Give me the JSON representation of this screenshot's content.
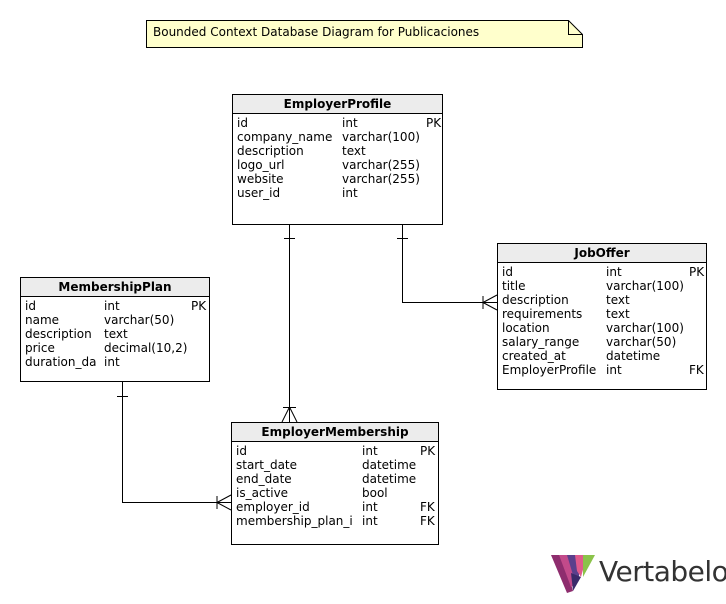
{
  "note": {
    "text": "Bounded Context Database Diagram for Publicaciones"
  },
  "entities": {
    "employer_profile": {
      "title": "EmployerProfile",
      "columns": [
        {
          "name": "id",
          "type": "int",
          "key": "PK"
        },
        {
          "name": "company_name",
          "type": "varchar(100)",
          "key": ""
        },
        {
          "name": "description",
          "type": "text",
          "key": ""
        },
        {
          "name": "logo_url",
          "type": "varchar(255)",
          "key": ""
        },
        {
          "name": "website",
          "type": "varchar(255)",
          "key": ""
        },
        {
          "name": "user_id",
          "type": "int",
          "key": ""
        }
      ]
    },
    "job_offer": {
      "title": "JobOffer",
      "columns": [
        {
          "name": "id",
          "type": "int",
          "key": "PK"
        },
        {
          "name": "title",
          "type": "varchar(100)",
          "key": ""
        },
        {
          "name": "description",
          "type": "text",
          "key": ""
        },
        {
          "name": "requirements",
          "type": "text",
          "key": ""
        },
        {
          "name": "location",
          "type": "varchar(100)",
          "key": ""
        },
        {
          "name": "salary_range",
          "type": "varchar(50)",
          "key": ""
        },
        {
          "name": "created_at",
          "type": "datetime",
          "key": ""
        },
        {
          "name": "EmployerProfile",
          "type": "int",
          "key": "FK"
        }
      ]
    },
    "membership_plan": {
      "title": "MembershipPlan",
      "columns": [
        {
          "name": "id",
          "type": "int",
          "key": "PK"
        },
        {
          "name": "name",
          "type": "varchar(50)",
          "key": ""
        },
        {
          "name": "description",
          "type": "text",
          "key": ""
        },
        {
          "name": "price",
          "type": "decimal(10,2)",
          "key": ""
        },
        {
          "name": "duration_da",
          "type": "int",
          "key": ""
        }
      ]
    },
    "employer_membership": {
      "title": "EmployerMembership",
      "columns": [
        {
          "name": "id",
          "type": "int",
          "key": "PK"
        },
        {
          "name": "start_date",
          "type": "datetime",
          "key": ""
        },
        {
          "name": "end_date",
          "type": "datetime",
          "key": ""
        },
        {
          "name": "is_active",
          "type": "bool",
          "key": ""
        },
        {
          "name": "employer_id",
          "type": "int",
          "key": "FK"
        },
        {
          "name": "membership_plan_i",
          "type": "int",
          "key": "FK"
        }
      ]
    }
  },
  "relationships": [
    {
      "from": "EmployerProfile",
      "to": "JobOffer",
      "from_cardinality": "one",
      "to_cardinality": "many"
    },
    {
      "from": "EmployerProfile",
      "to": "EmployerMembership",
      "from_cardinality": "one",
      "to_cardinality": "many"
    },
    {
      "from": "MembershipPlan",
      "to": "EmployerMembership",
      "from_cardinality": "one",
      "to_cardinality": "many"
    }
  ],
  "logo": {
    "text": "Vertabelo"
  },
  "colors": {
    "note_fill": "#ffffcc",
    "header_fill": "#ececec",
    "line": "#000000",
    "logo_text": "#333333"
  }
}
